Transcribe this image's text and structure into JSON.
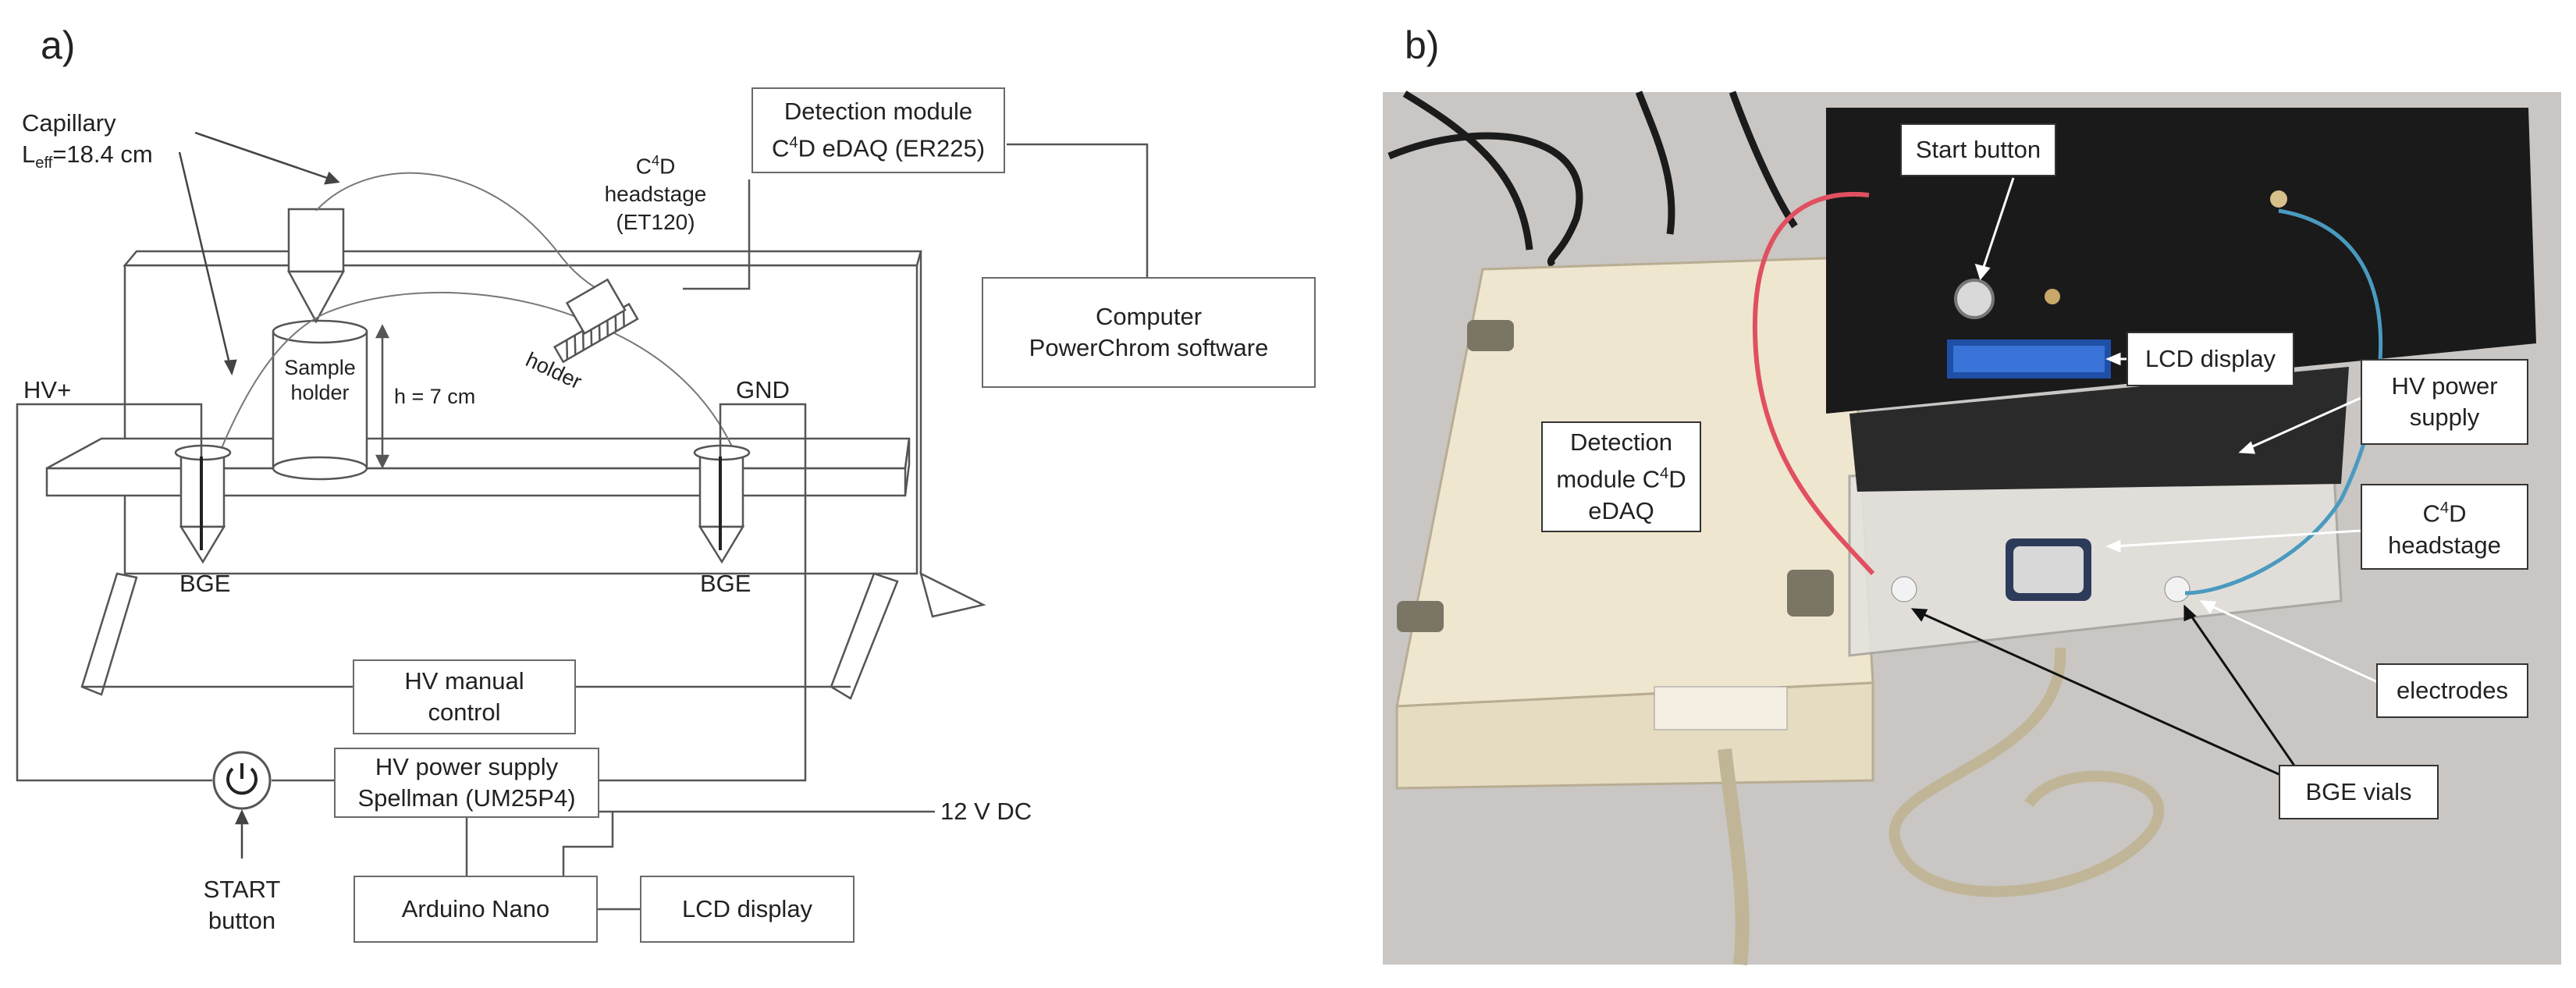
{
  "panel_a": {
    "letter": "a)",
    "capillary": [
      "Capillary",
      "L",
      "eff",
      "=18.4 cm"
    ],
    "detection_module": [
      "Detection module",
      "C",
      "4",
      "D eDAQ (ER225)"
    ],
    "headstage": [
      "C",
      "4",
      "D",
      "headstage",
      "(ET120)"
    ],
    "computer": [
      "Computer",
      "PowerChrom software"
    ],
    "sample_holder": [
      "Sample",
      "holder"
    ],
    "height": "h = 7 cm",
    "holder": "holder",
    "hv_plus": "HV+",
    "gnd": "GND",
    "bge_left": "BGE",
    "bge_right": "BGE",
    "hv_manual": [
      "HV manual",
      "control"
    ],
    "hv_supply": [
      "HV power supply",
      "Spellman (UM25P4)"
    ],
    "dc": "12 V DC",
    "start": [
      "START",
      "button"
    ],
    "arduino": "Arduino Nano",
    "lcd": "LCD display"
  },
  "panel_b": {
    "letter": "b)",
    "start_button": "Start button",
    "lcd_display": "LCD display",
    "hv_power_supply": [
      "HV power",
      "supply"
    ],
    "detection_module": [
      "Detection",
      "module C",
      "4",
      "D",
      "eDAQ"
    ],
    "c4d_headstage": [
      "C",
      "4",
      "D",
      "headstage"
    ],
    "electrodes": "electrodes",
    "bge_vials": "BGE vials"
  },
  "colors": {
    "line": "#555555",
    "photo_table": "#c9c6c4",
    "black_box": "#1a1a1a",
    "cream_box": "#efe6cf",
    "red_wire": "#e05060",
    "blue_wire": "#4a9abf"
  }
}
